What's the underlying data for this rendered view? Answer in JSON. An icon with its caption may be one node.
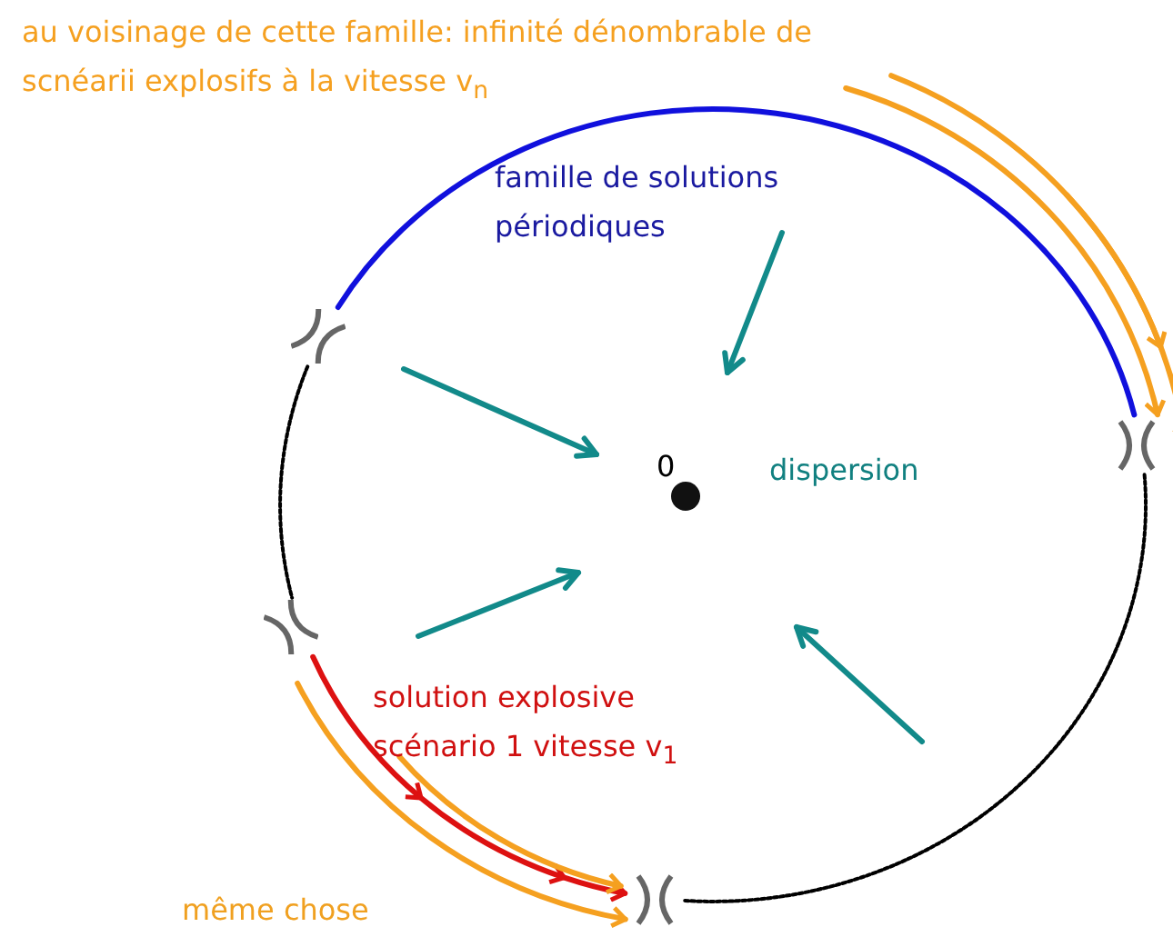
{
  "diagram": {
    "nodes": [
      {
        "text": [
          "au voisinage de cette famille: infinité dénombrable de scnéarii explosifs à la vitesse v$_{n}$"
        ]
      },
      {
        "text": [],
        "shape": "cross"
      },
      {
        "text": [],
        "shape": "cross"
      },
      {
        "text": [],
        "shape": "cross"
      },
      {
        "text": [],
        "shape": "cross"
      },
      {
        "text": [],
        "shape": "circle",
        "beside": [
          "0"
        ]
      }
    ],
    "edges": [
      {
        "from": 2,
        "to": 4,
        "arrow": "none",
        "color": "#1010dd"
      },
      {
        "from": 1,
        "to": 3,
        "arrow": "to",
        "color": "#dd1111"
      },
      {
        "from": 0,
        "to": 4,
        "arrow": "to",
        "color": "#f5a020"
      },
      {
        "from": null,
        "to": 4,
        "arrow": "to",
        "color": "#f5a020"
      },
      {
        "from": null,
        "to": 3,
        "arrow": "to",
        "color": "#f5a020"
      },
      {
        "from": 2,
        "to": 1,
        "arrow": "none",
        "style": "dashed",
        "color": "#000000"
      },
      {
        "from": 3,
        "to": 4,
        "arrow": "none",
        "style": "dashed",
        "color": "#000000"
      }
    ],
    "labels": [
      "famille de solutions périodiques",
      "dispersion",
      "solution explosive scénario 1 vitesse v$_{1}$",
      "même chose"
    ]
  }
}
